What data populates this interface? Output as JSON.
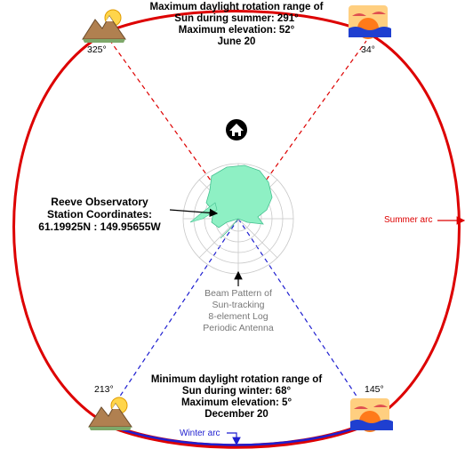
{
  "summer_info": {
    "line1": "Maximum daylight rotation range of",
    "line2": "Sun during summer: 291°",
    "line3": "Maximum elevation: 52°",
    "line4": "June 20"
  },
  "winter_info": {
    "line1": "Minimum daylight rotation range of",
    "line2": "Sun during winter: 68°",
    "line3": "Maximum elevation: 5°",
    "line4": "December 20"
  },
  "station": {
    "line1": "Reeve Observatory",
    "line2": "Station Coordinates:",
    "line3": "61.19925N : 149.95655W"
  },
  "antenna": {
    "line1": "Beam Pattern of",
    "line2": "Sun-tracking",
    "line3": "8-element Log",
    "line4": "Periodic Antenna"
  },
  "bearings": {
    "summer_sunset": "325°",
    "summer_sunrise": "34°",
    "winter_sunset": "213°",
    "winter_sunrise": "145°"
  },
  "arcs": {
    "summer_label": "Summer arc",
    "winter_label": "Winter arc"
  },
  "colors": {
    "summer": "#dd0000",
    "winter": "#1f1fd0",
    "beam": "#8ef0c4"
  },
  "icons": {
    "top_left": "sunset-mountain-icon",
    "top_right": "sunrise-sea-icon",
    "bottom_left": "sunset-mountain-icon",
    "bottom_right": "sunrise-sea-icon",
    "home": "home-icon"
  }
}
